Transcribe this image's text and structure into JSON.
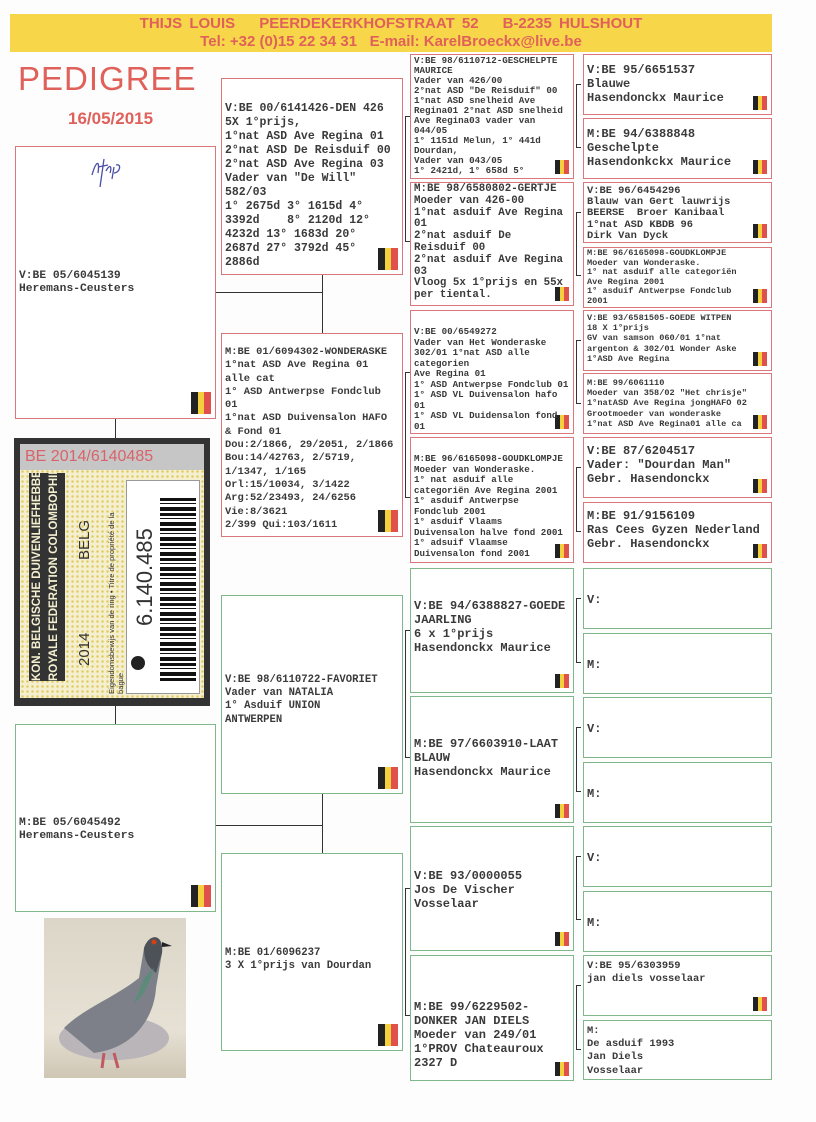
{
  "header": {
    "name": "THIJS LOUIS",
    "street": "PEERDEKERKHOFSTRAAT 52",
    "city": "B-2235  HULSHOUT",
    "contact": "Tel: +32 (0)15 22 34 31   E-mail: KarelBroeckx@live.be"
  },
  "title": "PEDIGREE",
  "date": "16/05/2015",
  "ring_card": {
    "band_number": "BE 2014/6140485",
    "org_nl": "KON. BELGISCHE DUIVENLIEFHEBBERSBOND",
    "org_fr": "ROYALE FEDERATION COLOMBOPHILE BELGE",
    "year": "2014",
    "country": "BELG",
    "ownership": "Eigendomsbewijs van de ring • Titre de propriété de la bague",
    "number": "6.140.485"
  },
  "colors": {
    "brand": "#e0605a",
    "header_bg": "#f7d64a",
    "sire_border": "#d9777b",
    "dam_border": "#7fb88a"
  },
  "gen1": {
    "sire": [
      "V:BE 05/6045139",
      "Heremans-Ceusters"
    ],
    "dam": [
      "M:BE 05/6045492",
      "Heremans-Ceusters"
    ]
  },
  "gen2": {
    "ss": [
      "V:BE 00/6141426-DEN 426",
      "5X 1°prijs,",
      "1°nat ASD Ave Regina 01",
      "2°nat ASD De Reisduif 00",
      "2°nat ASD Ave Regina 03",
      "Vader van \"De Will\"",
      "582/03",
      "1° 2675d 3° 1615d 4°",
      "3392d    8° 2120d 12°",
      "4232d 13° 1683d 20°",
      "2687d 27° 3792d 45°",
      "2886d"
    ],
    "sd": [
      "M:BE 01/6094302-WONDERASKE",
      "1°nat ASD Ave Regina 01",
      "alle cat",
      "1° ASD Antwerpse Fondclub",
      "01",
      "1°nat ASD Duivensalon HAFO",
      "& Fond 01",
      "Dou:2/1866, 29/2051, 2/1866",
      "Bou:14/42763, 2/5719,",
      "1/1347, 1/165",
      "Orl:15/10034, 3/1422",
      "Arg:52/23493, 24/6256",
      "Vie:8/3621",
      "2/399 Qui:103/1611"
    ],
    "ds": [
      "V:BE 98/6110722-FAVORIET",
      "Vader van NATALIA",
      "1° Asduif UNION",
      "ANTWERPEN"
    ],
    "dd": [
      "M:BE 01/6096237",
      "3 X 1°prijs van Dourdan"
    ]
  },
  "gen3": [
    [
      "V:BE 98/6110712-GESCHELPTE",
      "MAURICE",
      "Vader van 426/00",
      "2°nat ASD \"De Reisduif\" 00",
      "1°nat ASD snelheid Ave",
      "Regina01 2°nat ASD snelheid",
      "Ave Regina03 vader van",
      "044/05",
      "1° 1151d Melun, 1° 441d",
      "Dourdan,",
      "Vader van 043/05",
      "1° 2421d, 1° 658d 5°"
    ],
    [
      "M:BE 98/6580802-GERTJE",
      "Moeder van 426-00",
      "1°nat asduif Ave Regina",
      "01",
      "2°nat asduif De",
      "Reisduif 00",
      "2°nat asduif Ave Regina",
      "03",
      "Vloog 5x 1°prijs en 55x",
      "per tiental."
    ],
    [
      "V:BE 00/6549272",
      "Vader van Het Wonderaske",
      "302/01 1°nat ASD alle",
      "categorien",
      "Ave Regina 01",
      "1° ASD Antwerpse Fondclub 01",
      "1° ASD VL Duivensalon hafo",
      "01",
      "1° ASD VL Duidensalon fond",
      "01"
    ],
    [
      "M:BE 96/6165098-GOUDKLOMPJE",
      "Moeder van Wonderaske.",
      "1° nat asduif alle",
      "categoriën Ave Regina 2001",
      "1° asduif Antwerpse",
      "Fondclub 2001",
      "1° asduif Vlaams",
      "Duivensalon halve fond 2001",
      "1° adsuif Vlaamse",
      "Duivensalon fond 2001"
    ],
    [
      "V:BE 94/6388827-GOEDE",
      "JAARLING",
      "6 x 1°prijs",
      "Hasendonckx Maurice"
    ],
    [
      "M:BE 97/6603910-LAAT",
      "BLAUW",
      "Hasendonckx Maurice"
    ],
    [
      "V:BE 93/0000055",
      "Jos De Vischer",
      "Vosselaar"
    ],
    [
      "M:BE 99/6229502-",
      "DONKER JAN DIELS",
      "Moeder van 249/01",
      "1°PROV Chateauroux",
      "2327 D"
    ]
  ],
  "gen4": [
    [
      "V:BE 95/6651537",
      "Blauwe",
      "Hasendonckx Maurice"
    ],
    [
      "M:BE 94/6388848",
      "Geschelpte",
      "Hasendonkckx Maurice"
    ],
    [
      "V:BE 96/6454296",
      "Blauw van Gert lauwrijs",
      "BEERSE  Broer Kanibaal",
      "1°nat ASD KBDB 96",
      "Dirk Van Dyck"
    ],
    [
      "M:BE 96/6165098-GOUDKLOMPJE",
      "Moeder van Wonderaske.",
      "1° nat asduif alle categoriën",
      "Ave Regina 2001",
      "1° asduif Antwerpse Fondclub",
      "2001"
    ],
    [
      "V:BE 93/6581505-GOEDE WITPEN",
      "18 X 1°prijs",
      "GV van samson 060/01 1°nat",
      "argenton & 302/01 Wonder Aske",
      "1°ASD Ave Regina"
    ],
    [
      "M:BE 99/6061110",
      "Moeder van 358/02 \"Het chrisje\"",
      "1°natASD Ave Regina jongHAFO 02",
      "Grootmoeder van wonderaske",
      "1°nat ASD Ave Regina01 alle ca"
    ],
    [
      "V:BE 87/6204517",
      "Vader: \"Dourdan Man\"",
      "Gebr. Hasendonckx"
    ],
    [
      "M:BE 91/9156109",
      "Ras Cees Gyzen Nederland",
      "Gebr. Hasendonckx"
    ],
    [
      "V:"
    ],
    [
      "M:"
    ],
    [
      "V:"
    ],
    [
      "M:"
    ],
    [
      "V:"
    ],
    [
      "M:"
    ],
    [
      "V:BE 95/6303959",
      "jan diels vosselaar"
    ],
    [
      "M:",
      "De asduif 1993",
      "Jan Diels",
      "Vosselaar"
    ]
  ]
}
